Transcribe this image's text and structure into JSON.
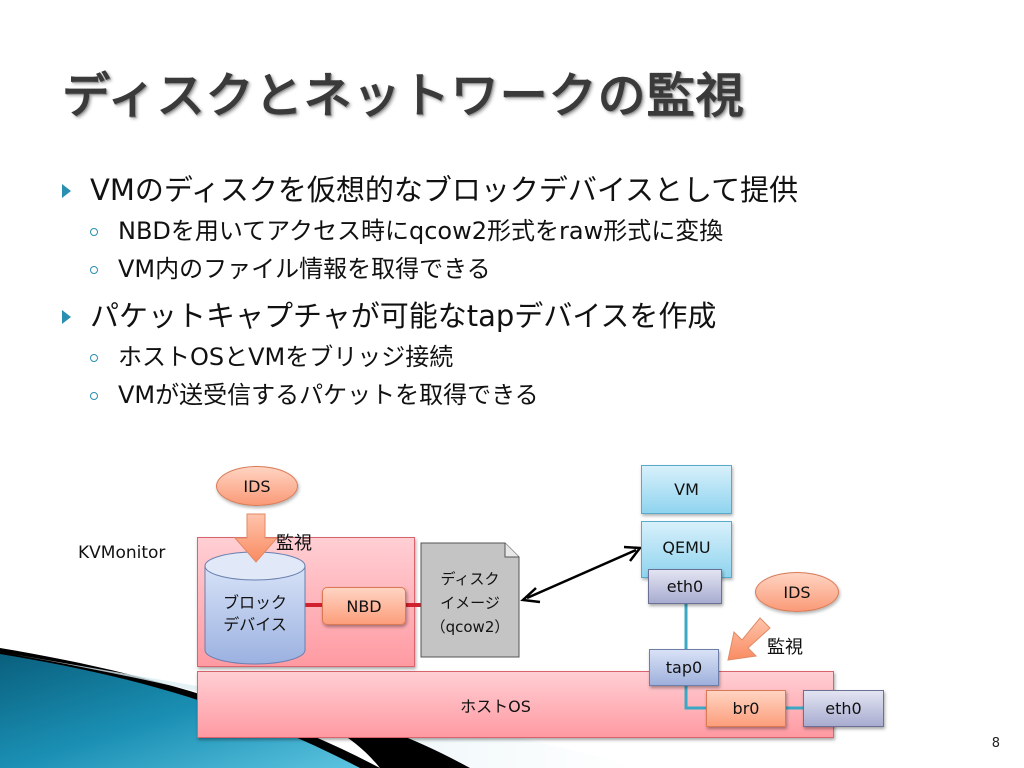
{
  "slide": {
    "title": "ディスクとネットワークの監視",
    "page_number": "8"
  },
  "bullets": [
    {
      "text": "VMのディスクを仮想的なブロックデバイスとして提供",
      "sub": [
        "NBDを用いてアクセス時にqcow2形式をraw形式に変換",
        "VM内のファイル情報を取得できる"
      ]
    },
    {
      "text": "パケットキャプチャが可能なtapデバイスを作成",
      "sub": [
        "ホストOSとVMをブリッジ接続",
        "VMが送受信するパケットを取得できる"
      ]
    }
  ],
  "diagram": {
    "kvmonitor_label": "KVMonitor",
    "ids_left": "IDS",
    "monitor_left": "監視",
    "block_device_line1": "ブロック",
    "block_device_line2": "デバイス",
    "nbd": "NBD",
    "disk_image_line1": "ディスク",
    "disk_image_line2": "イメージ",
    "disk_image_line3": "（qcow2）",
    "vm": "VM",
    "qemu": "QEMU",
    "vm_eth0": "eth0",
    "ids_right": "IDS",
    "monitor_right": "監視",
    "tap0": "tap0",
    "host_os": "ホストOS",
    "br0": "br0",
    "host_eth0": "eth0"
  },
  "colors": {
    "accent": "#2a8fb0",
    "pink": "#ff9aa2",
    "orange": "#fc9e7c",
    "light_blue": "#8fd4ef",
    "line_red": "#d0222e",
    "line_cyan": "#3ba8c4"
  }
}
